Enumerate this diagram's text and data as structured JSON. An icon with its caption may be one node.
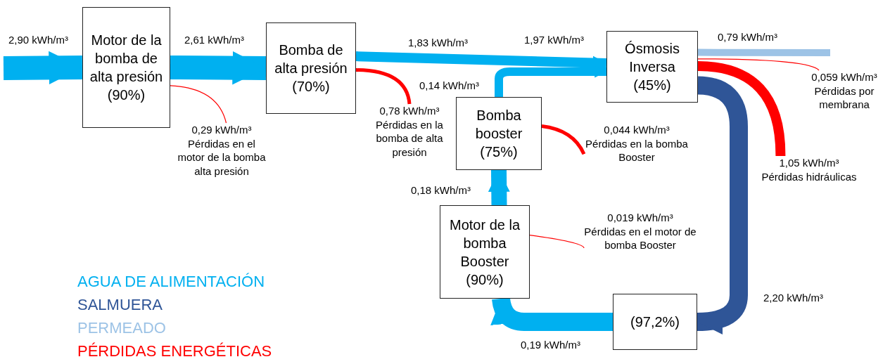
{
  "diagram": {
    "nodes": [
      {
        "text": [
          "Motor de la bomba de alta presión",
          "(90%)"
        ]
      },
      {
        "text": [
          "Bomba de alta presión",
          "(70%)"
        ]
      },
      {
        "text": [
          "Ósmosis Inversa",
          "(45%)"
        ]
      },
      {
        "text": [
          "Bomba booster",
          "(75%)"
        ]
      },
      {
        "text": [
          "Motor de la bomba Booster",
          "(90%)"
        ]
      },
      {
        "text": [
          "(97,2%)"
        ]
      },
      {
        "text": [
          "0,29 kWh/m³",
          "Pérdidas en el motor de la bomba alta presión"
        ]
      },
      {
        "text": [
          "0,78 kWh/m³",
          "Pérdidas en la bomba de alta presión"
        ]
      },
      {
        "text": [
          "0,059 kWh/m³",
          "Pérdidas por membrana"
        ]
      },
      {
        "text": [
          "1,05 kWh/m³",
          "Pérdidas hidráulicas"
        ]
      },
      {
        "text": [
          "0,044 kWh/m³",
          "Pérdidas en la bomba Booster"
        ]
      },
      {
        "text": [
          "0,019 kWh/m³",
          "Pérdidas en el motor de bomba Booster"
        ]
      }
    ],
    "edges": [
      {
        "from": null,
        "to": 0,
        "arrow": "to",
        "label": "2,90 kWh/m³",
        "style": "thick"
      },
      {
        "from": 0,
        "to": 1,
        "arrow": "to",
        "label": "2,61 kWh/m³",
        "style": "thick"
      },
      {
        "from": 0,
        "to": 6,
        "arrow": "none",
        "color": "#ff0000"
      },
      {
        "from": 1,
        "to": 2,
        "arrow": "to",
        "label": "1,83 kWh/m³"
      },
      {
        "from": 1,
        "to": 7,
        "arrow": "none",
        "color": "#ff0000"
      },
      {
        "from": 3,
        "to": 2,
        "arrow": "to",
        "label": "0,14 kWh/m³"
      },
      {
        "from": 2,
        "to": null,
        "arrow": "none",
        "label": "0,79 kWh/m³",
        "color": "#9dc3e6"
      },
      {
        "from": 2,
        "to": 8,
        "arrow": "none",
        "color": "#ff0000"
      },
      {
        "from": 2,
        "to": 9,
        "arrow": "none",
        "color": "#ff0000"
      },
      {
        "from": 2,
        "to": 5,
        "arrow": "to",
        "label": "2,20 kWh/m³",
        "style": "thick",
        "color": "#2f5597"
      },
      {
        "from": 5,
        "to": 4,
        "arrow": "to",
        "label": "0,19 kWh/m³",
        "style": "thick"
      },
      {
        "from": 4,
        "to": 3,
        "arrow": "to",
        "label": "0,18 kWh/m³",
        "style": "thick"
      },
      {
        "from": 3,
        "to": 10,
        "arrow": "none",
        "color": "#ff0000"
      },
      {
        "from": 4,
        "to": 11,
        "arrow": "none",
        "color": "#ff0000"
      }
    ],
    "labels": [
      "1,97 kWh/m³"
    ],
    "legend": [
      {
        "text": "AGUA DE ALIMENTACIÓN",
        "color": "#00b0f0"
      },
      {
        "text": "SALMUERA",
        "color": "#2f5597"
      },
      {
        "text": "PERMEADO",
        "color": "#9dc3e6"
      },
      {
        "text": "PÉRDIDAS ENERGÉTICAS",
        "color": "#ff0000"
      }
    ]
  }
}
